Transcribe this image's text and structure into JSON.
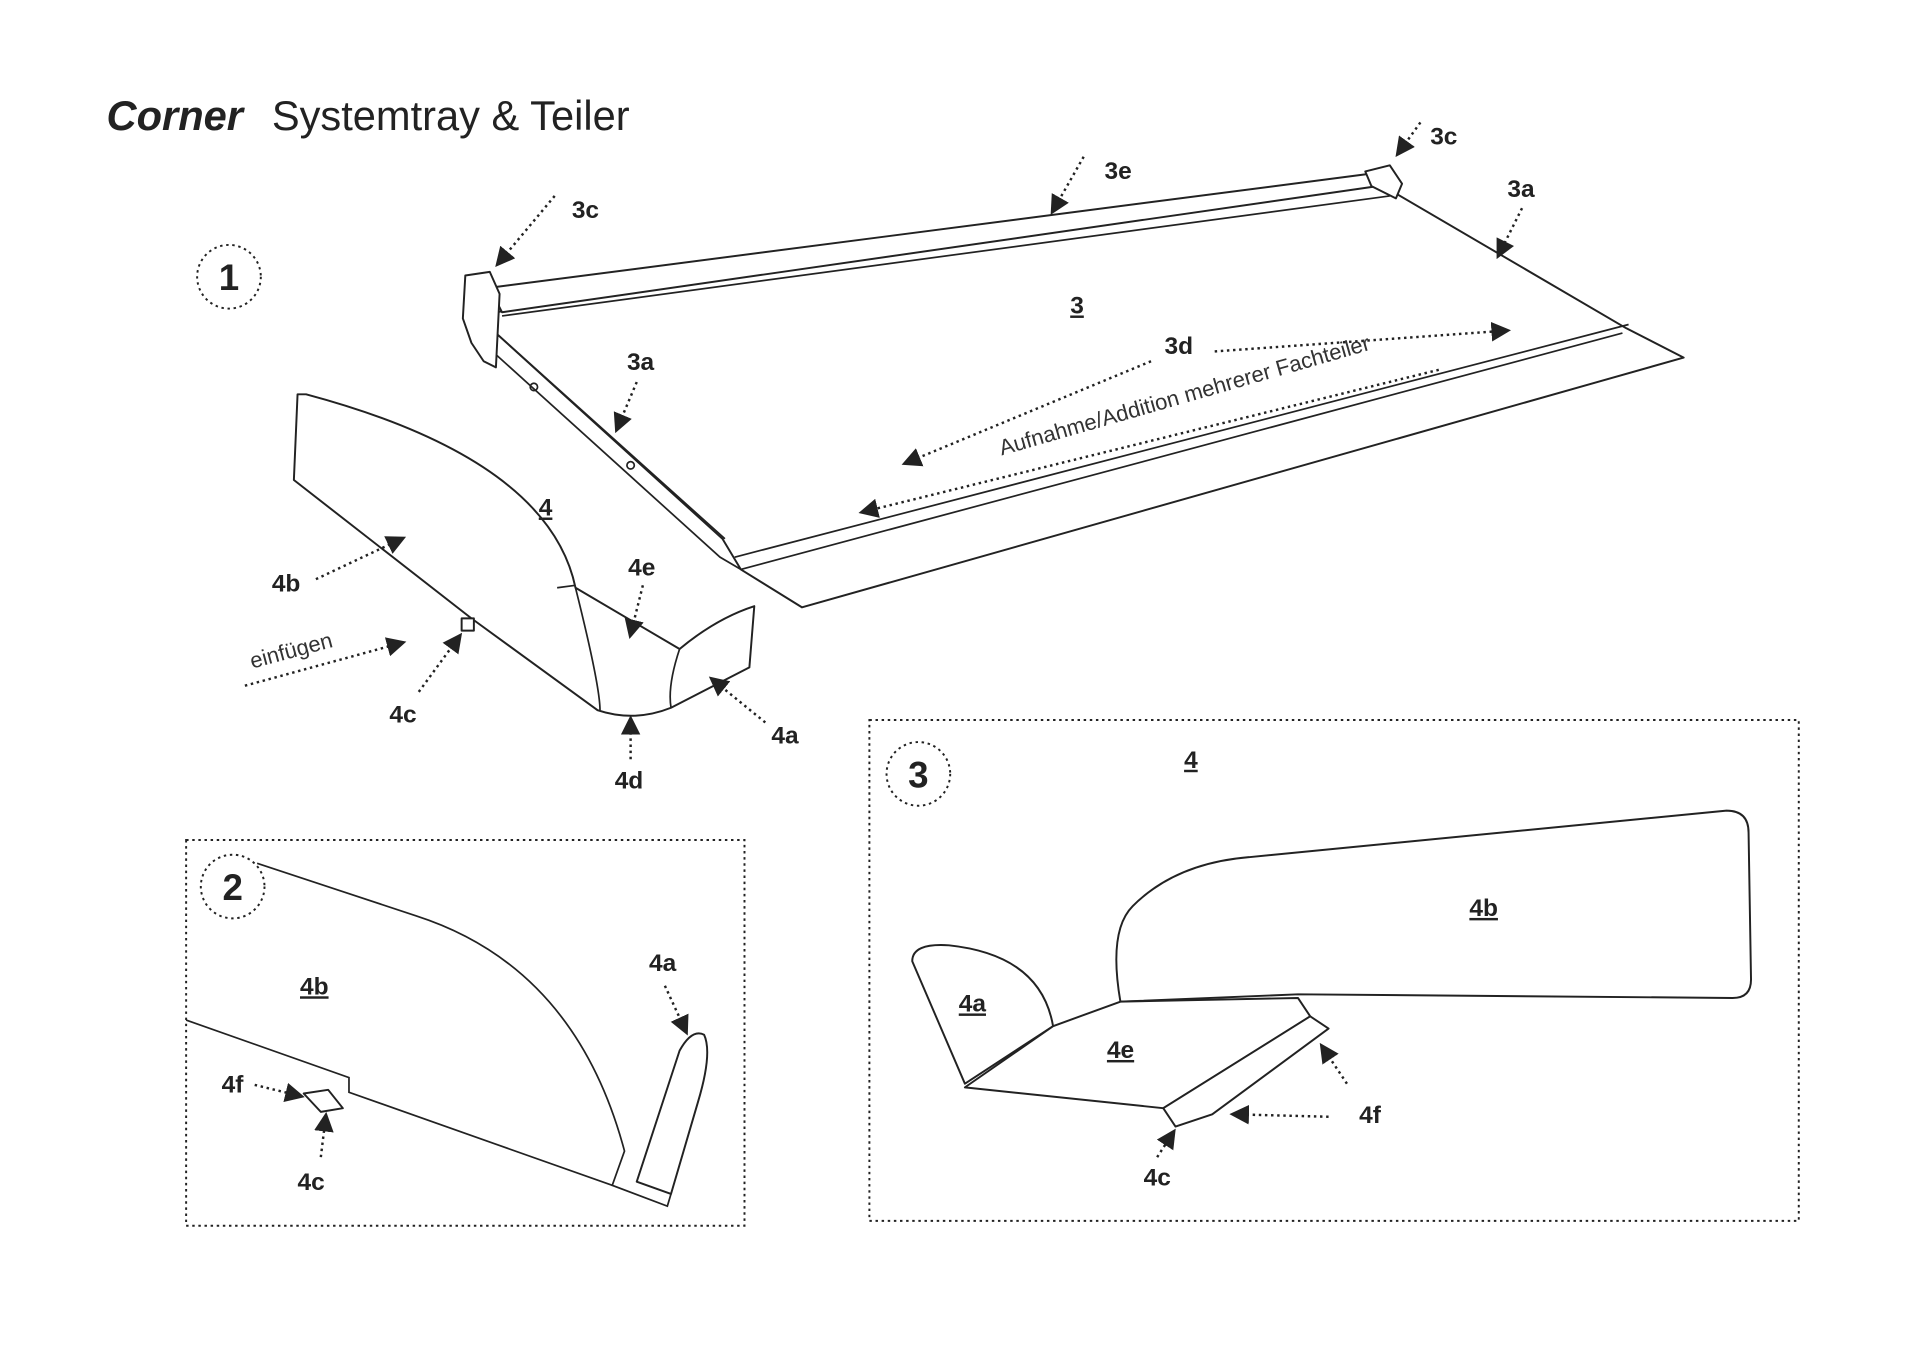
{
  "title": {
    "brand": "Corner",
    "subtitle": "Systemtray & Teiler"
  },
  "steps": [
    "1",
    "2",
    "3"
  ],
  "section1": {
    "labels": {
      "l3c_left": "3c",
      "l3e": "3e",
      "l3c_right": "3c",
      "l3a_right": "3a",
      "l3": "3",
      "l3d": "3d",
      "l3a_left": "3a",
      "l4": "4",
      "l4b": "4b",
      "l4e": "4e",
      "l4c": "4c",
      "l4a": "4a",
      "l4d": "4d"
    },
    "insert_note": "einfügen",
    "capacity_note": "Aufnahme/Addition mehrerer Fachteiler"
  },
  "section2": {
    "labels": {
      "l4b": "4b",
      "l4a": "4a",
      "l4f": "4f",
      "l4c": "4c"
    }
  },
  "section3": {
    "labels": {
      "l4": "4",
      "l4b": "4b",
      "l4a": "4a",
      "l4e": "4e",
      "l4f": "4f",
      "l4c": "4c"
    }
  }
}
